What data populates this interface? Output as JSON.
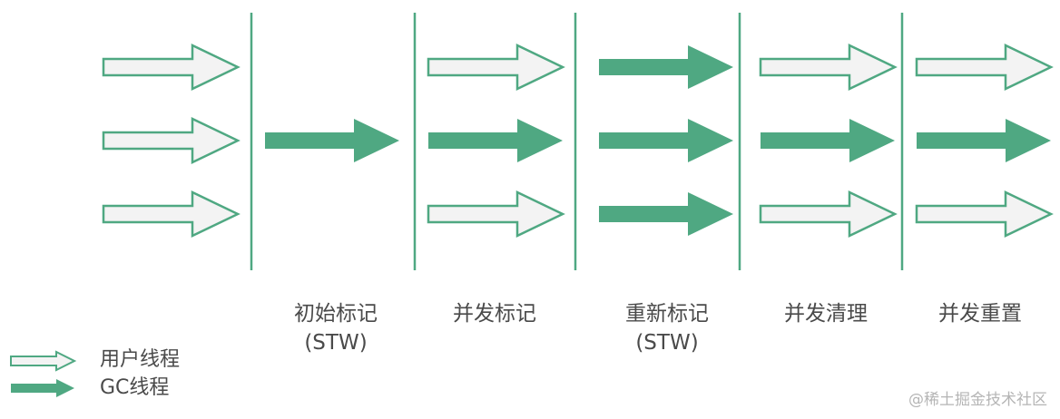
{
  "colors": {
    "accent": "#4fa882",
    "hollow_fill": "#f3f3f3",
    "hollow_stroke": "#4fa882",
    "divider": "#4fa882"
  },
  "phases": [
    {
      "name": "",
      "threads": [
        "user",
        "user",
        "user"
      ]
    },
    {
      "name": "初始标记",
      "sub": "(STW)",
      "threads": [
        "gc"
      ]
    },
    {
      "name": "并发标记",
      "threads": [
        "user",
        "gc",
        "user"
      ]
    },
    {
      "name": "重新标记",
      "sub": "(STW)",
      "threads": [
        "gc",
        "gc",
        "gc"
      ]
    },
    {
      "name": "并发清理",
      "threads": [
        "user",
        "gc",
        "user"
      ]
    },
    {
      "name": "并发重置",
      "threads": [
        "user",
        "gc",
        "user"
      ]
    }
  ],
  "legend": {
    "user": {
      "label": "用户线程",
      "icon": "hollow-arrow-icon"
    },
    "gc": {
      "label": "GC线程",
      "icon": "solid-arrow-icon"
    }
  },
  "watermark": "@稀土掘金技术社区"
}
